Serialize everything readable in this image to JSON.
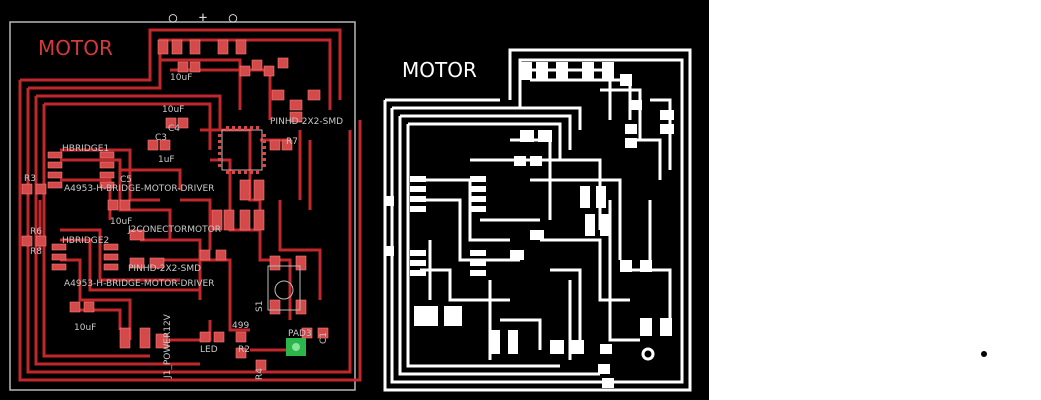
{
  "layout_view": {
    "board_title": "MOTOR",
    "top_marks": [
      "○",
      "+",
      "○"
    ],
    "labels": [
      {
        "name": "label-10uf-top",
        "text": "10uF"
      },
      {
        "name": "label-10uf-c4",
        "text": "10uF"
      },
      {
        "name": "label-c3",
        "text": "C3"
      },
      {
        "name": "label-c4",
        "text": "C4"
      },
      {
        "name": "label-1uf",
        "text": "1uF"
      },
      {
        "name": "label-pinhd-top",
        "text": "PINHD-2X2-SMD"
      },
      {
        "name": "label-r7",
        "text": "R7"
      },
      {
        "name": "label-hbridge1",
        "text": "HBRIDGE1"
      },
      {
        "name": "label-r3",
        "text": "R3"
      },
      {
        "name": "label-a4953-1",
        "text": "A4953-H-BRIDGE-MOTOR-DRIVER"
      },
      {
        "name": "label-c5",
        "text": "C5"
      },
      {
        "name": "label-10uf-c5",
        "text": "10uF"
      },
      {
        "name": "label-j2",
        "text": "J2CONECTORMOTOR"
      },
      {
        "name": "label-hbridge2",
        "text": "HBRIDGE2"
      },
      {
        "name": "label-r6",
        "text": "R6"
      },
      {
        "name": "label-r8",
        "text": "R8"
      },
      {
        "name": "label-pinhd-mid",
        "text": "PINHD-2X2-SMD"
      },
      {
        "name": "label-a4953-2",
        "text": "A4953-H-BRIDGE-MOTOR-DRIVER"
      },
      {
        "name": "label-10uf-bottom",
        "text": "10uF"
      },
      {
        "name": "label-s1",
        "text": "S1"
      },
      {
        "name": "label-pad3",
        "text": "PAD3"
      },
      {
        "name": "label-499",
        "text": "499"
      },
      {
        "name": "label-led",
        "text": "LED"
      },
      {
        "name": "label-r2",
        "text": "R2"
      },
      {
        "name": "label-r4",
        "text": "R4"
      },
      {
        "name": "label-j1",
        "text": "J1_POWER12V"
      },
      {
        "name": "label-c1",
        "text": "C1"
      }
    ]
  },
  "traces_view": {
    "board_title": "MOTOR"
  },
  "colors": {
    "board_bg": "#000000",
    "trace_red": "#c0282c",
    "pad_red": "#d24a4a",
    "trace_white": "#ffffff",
    "pad_green": "#2bb54a",
    "board_outline": "#b8b8b8"
  }
}
